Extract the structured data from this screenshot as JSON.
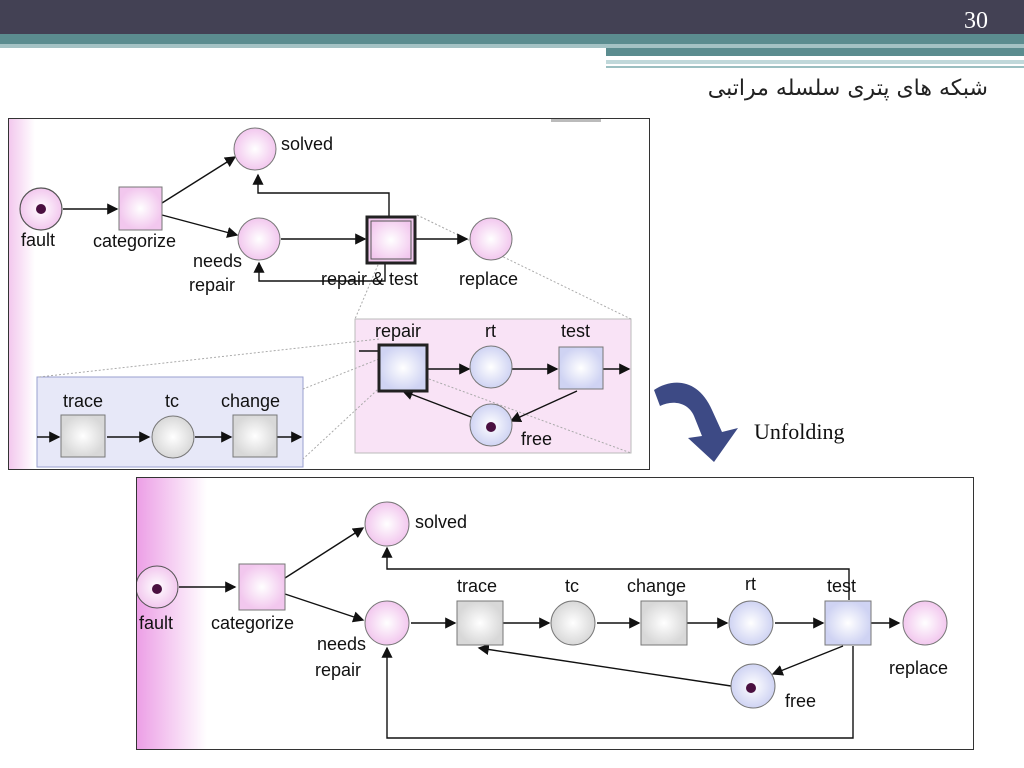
{
  "slide": {
    "page_number": "30",
    "title": "شبکه های پتری سلسله مراتبی",
    "unfolding_label": "Unfolding"
  },
  "top_diagram": {
    "labels": {
      "fault": "fault",
      "categorize": "categorize",
      "solved": "solved",
      "needs": "needs",
      "repair": "repair",
      "repair_test": "repair & test",
      "replace": "replace",
      "sub_repair": "repair",
      "rt": "rt",
      "test": "test",
      "free": "free",
      "trace": "trace",
      "tc": "tc",
      "change": "change"
    }
  },
  "bottom_diagram": {
    "labels": {
      "fault": "fault",
      "categorize": "categorize",
      "solved": "solved",
      "needs": "needs",
      "repair": "repair",
      "trace": "trace",
      "tc": "tc",
      "change": "change",
      "rt": "rt",
      "test": "test",
      "replace": "replace",
      "free": "free"
    }
  },
  "colors": {
    "header_dark": "#434154",
    "header_teal": "#5b8c8f",
    "place_pink": "#f6d8f3",
    "place_lavender": "#dcdff7",
    "place_gray": "#e2e2e2",
    "token": "#4a1040",
    "arrow_blue": "#3d4a85"
  }
}
